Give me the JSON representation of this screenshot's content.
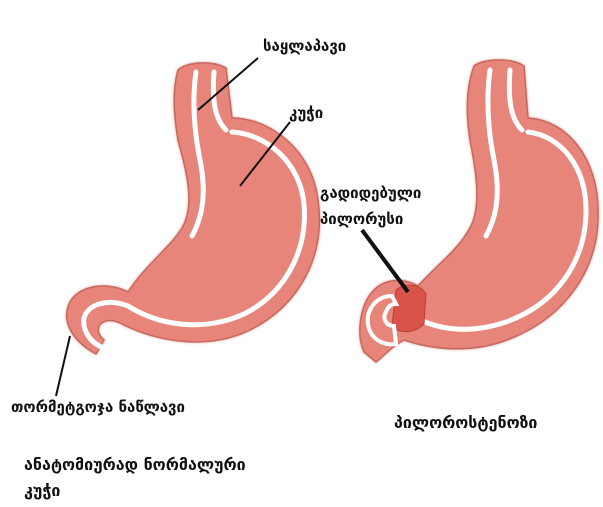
{
  "labels": {
    "esophagus": "საყლაპავი",
    "stomach": "კუჭი",
    "enlarged_pylorus_line1": "გადიდებული",
    "enlarged_pylorus_line2": "პილორუსი",
    "duodenum": "თორმეტგოჯა ნაწლავი",
    "normal_caption_line1": "ანატომიურად ნორმალური",
    "normal_caption_line2": "კუჭი",
    "pyloric_caption": "პილოროსტენოზი"
  },
  "colors": {
    "stomach_fill": "#e8857a",
    "stomach_inner": "#efa497",
    "pylorus_fill": "#d9534a",
    "outline": "#ffffff",
    "leader": "#111111"
  }
}
